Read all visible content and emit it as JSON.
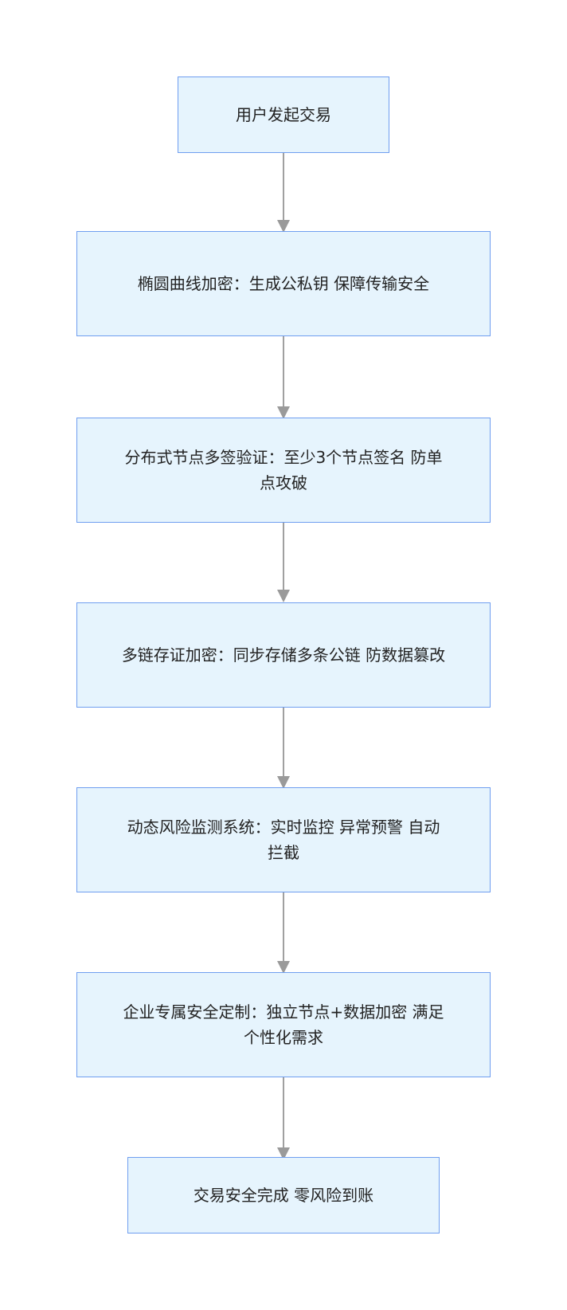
{
  "flowchart": {
    "steps": [
      "用户发起交易",
      "椭圆曲线加密：生成公私钥 保障传输安全",
      "分布式节点多签验证：至少3个节点签名 防单点攻破",
      "多链存证加密：同步存储多条公链 防数据篡改",
      "动态风险监测系统：实时监控 异常预警 自动拦截",
      "企业专属安全定制：独立节点+数据加密 满足个性化需求",
      "交易安全完成 零风险到账"
    ],
    "colors": {
      "node_fill": "#e6f4fd",
      "node_border": "#6f9ef0",
      "arrow": "#a0a0a0",
      "text": "#222222"
    }
  }
}
